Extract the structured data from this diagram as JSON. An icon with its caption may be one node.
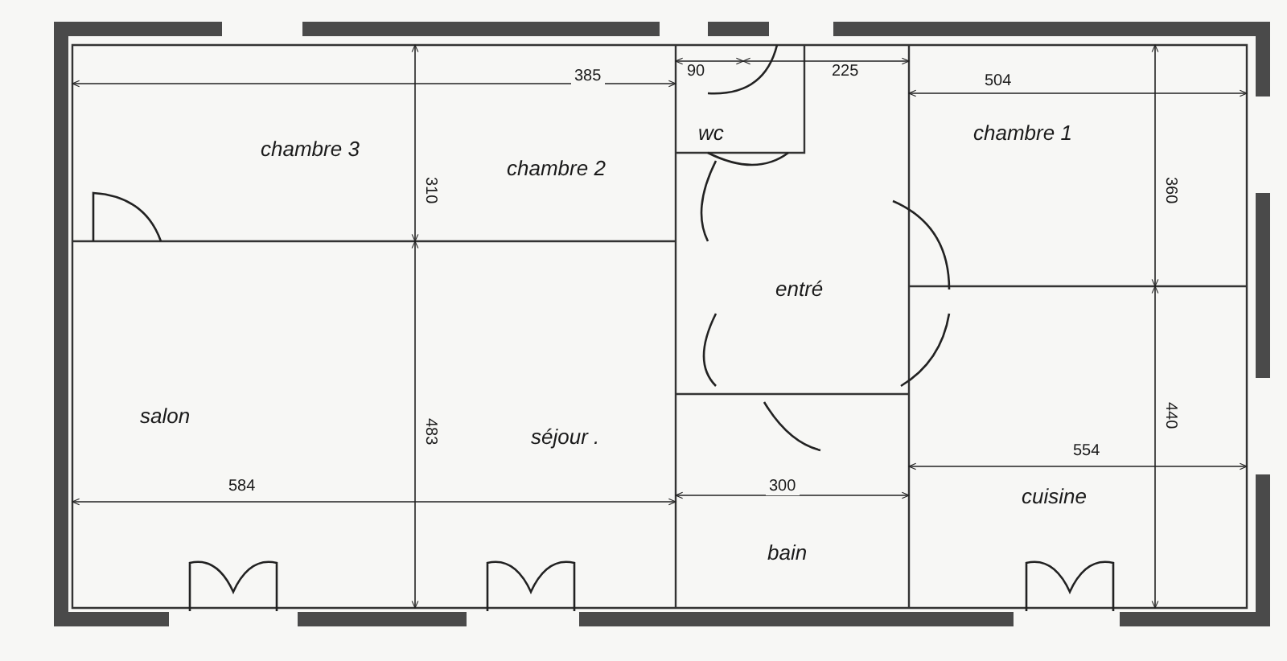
{
  "diagram": {
    "labels": [
      "385",
      "90",
      "225",
      "504",
      "wc",
      "chambre 1",
      "chambre 3",
      "chambre 2",
      "310",
      "360",
      "entré",
      "440",
      "483",
      "salon",
      "séjour .",
      "554",
      "584",
      "300",
      "cuisine",
      "bain"
    ]
  }
}
